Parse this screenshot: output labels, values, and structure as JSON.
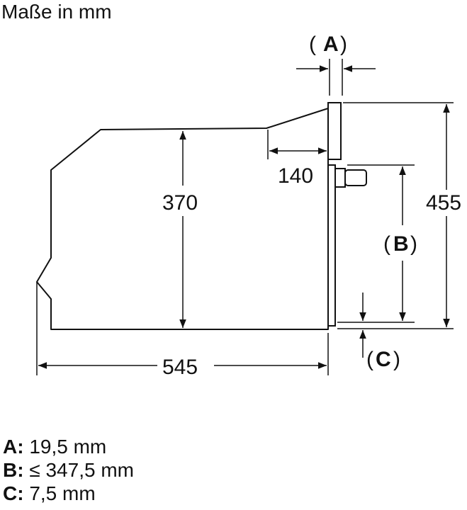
{
  "title": "Maße in mm",
  "dimensions": {
    "depth": "545",
    "height": "370",
    "front_offset": "140",
    "total_height": "455",
    "label_a": "A",
    "label_b": "B",
    "label_c": "C"
  },
  "legend": [
    {
      "key": "A:",
      "value": "19,5 mm"
    },
    {
      "key": "B:",
      "value": "≤ 347,5 mm"
    },
    {
      "key": "C:",
      "value": "7,5 mm"
    }
  ]
}
